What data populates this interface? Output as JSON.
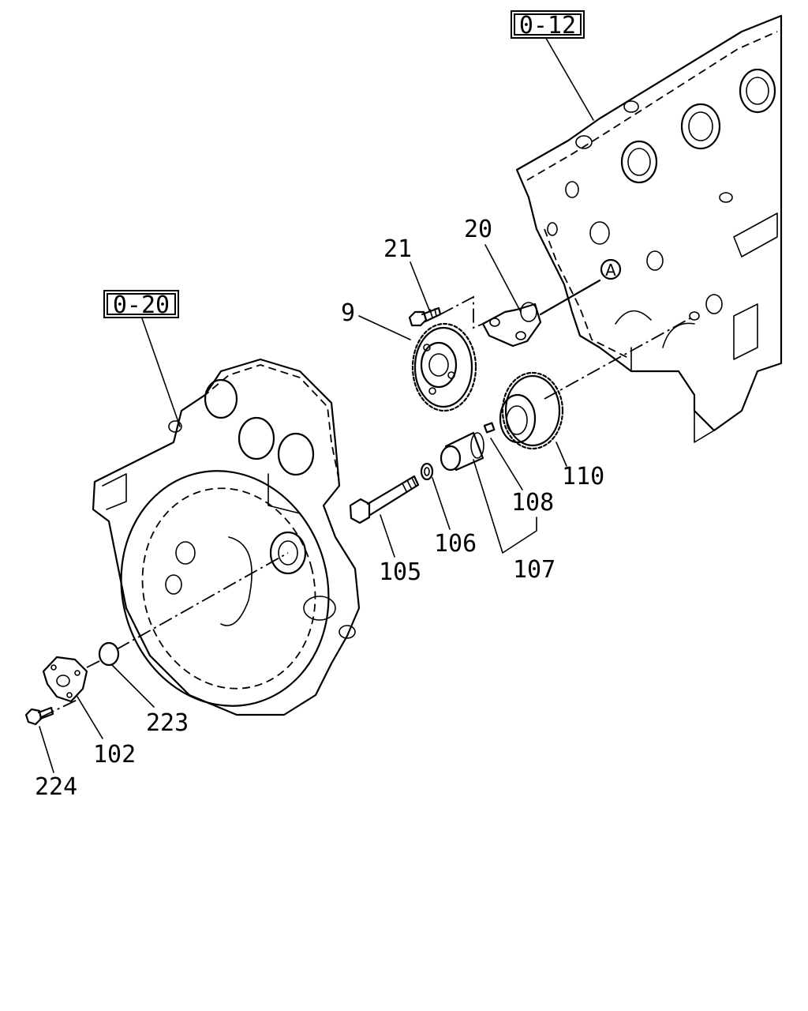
{
  "references": {
    "engine_block": "0-12",
    "flywheel_housing": "0-20"
  },
  "callouts": {
    "p9": "9",
    "p20": "20",
    "p21": "21",
    "p102": "102",
    "p105": "105",
    "p106": "106",
    "p107": "107",
    "p108": "108",
    "p110": "110",
    "p223": "223",
    "p224": "224"
  },
  "view_marker": "A"
}
